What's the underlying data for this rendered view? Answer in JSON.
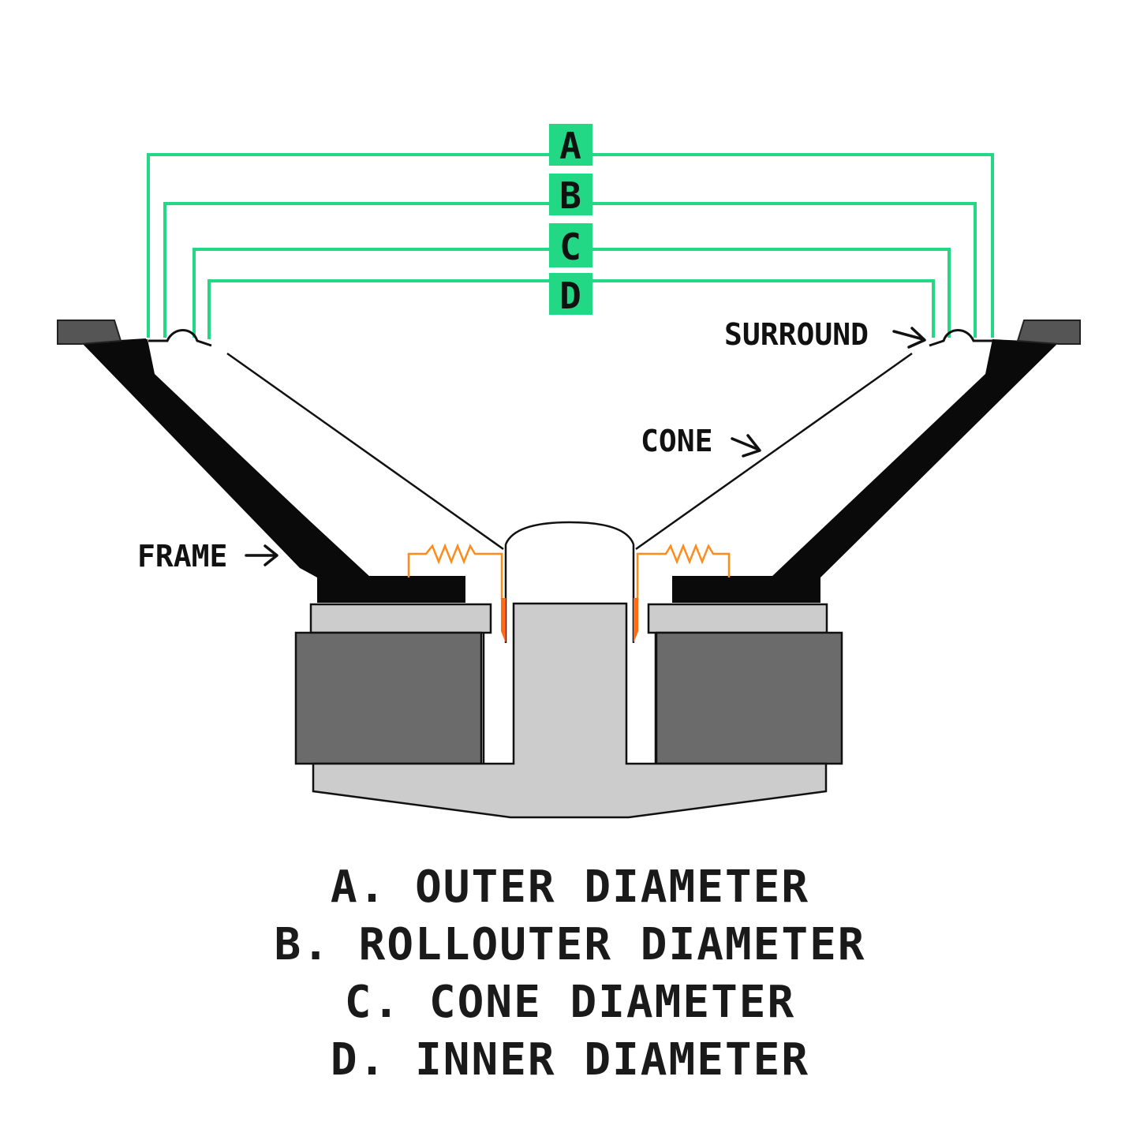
{
  "colors": {
    "dimension": "#22d884",
    "frame": "#0a0a0a",
    "frame_cap": "#555555",
    "magnet": "#6b6b6b",
    "plate": "#cccccc",
    "voice_coil": "#ff6a13",
    "lead_wire": "#ff8c1a",
    "outline": "#111111"
  },
  "dimensions": [
    {
      "letter": "A"
    },
    {
      "letter": "B"
    },
    {
      "letter": "C"
    },
    {
      "letter": "D"
    }
  ],
  "labels": {
    "surround": "SURROUND",
    "cone": "CONE",
    "frame": "FRAME"
  },
  "legend": [
    "A. OUTER DIAMETER",
    "B. ROLLOUTER DIAMETER",
    "C. CONE DIAMETER",
    "D. INNER DIAMETER"
  ]
}
